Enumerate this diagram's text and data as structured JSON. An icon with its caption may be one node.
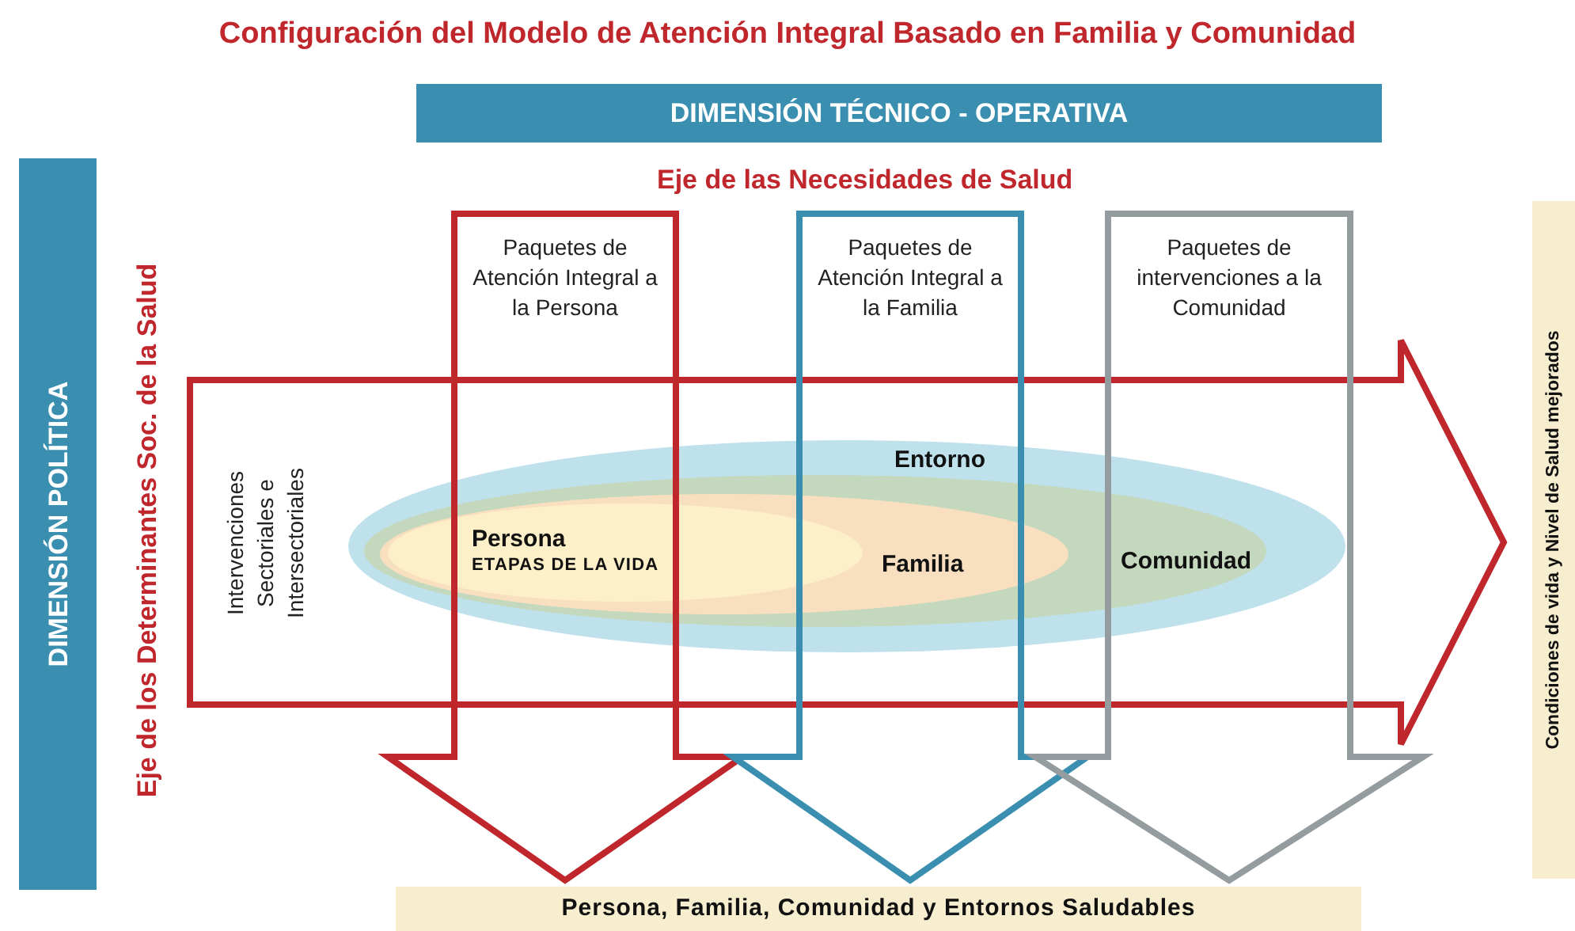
{
  "diagram": {
    "title": "Configuración del Modelo de Atención Integral Basado en Familia y Comunidad",
    "nodes": [
      {
        "text": [
          "DIMENSIÓN TÉCNICO - OPERATIVA"
        ]
      },
      {
        "text": [
          "DIMENSIÓN POLÍTICA"
        ]
      },
      {
        "text": [
          "Intervenciones Sectoriales e Intersectoriales"
        ]
      },
      {
        "text": [
          "Paquetes de Atención Integral a la Persona"
        ]
      },
      {
        "text": [
          "Paquetes de Atención Integral a la Familia"
        ]
      },
      {
        "text": [
          "Paquetes de intervenciones a la Comunidad"
        ]
      },
      {
        "text": [
          "Entorno"
        ]
      },
      {
        "text": [
          "Comunidad"
        ],
        "in": 6
      },
      {
        "text": [
          "Familia"
        ],
        "in": 7
      },
      {
        "text": [
          "Persona",
          "ETAPAS DE LA VIDA"
        ],
        "in": 8
      },
      {
        "text": [
          "Persona, Familia, Comunidad y Entornos Saludables"
        ]
      },
      {
        "text": [
          "Condiciones de vida y Nivel de Salud mejorados"
        ]
      }
    ],
    "edges": [
      {
        "from": 2,
        "to": 11,
        "arrow": "to"
      },
      {
        "from": 3,
        "to": 10,
        "arrow": "to"
      },
      {
        "from": 4,
        "to": 10,
        "arrow": "to",
        "color": "#3a8fb0"
      },
      {
        "from": 5,
        "to": 10,
        "arrow": "to",
        "color": "#959ca0"
      }
    ],
    "labels": [
      "Eje de las Necesidades de Salud",
      "Eje de los Determinantes Soc. de la Salud"
    ]
  }
}
